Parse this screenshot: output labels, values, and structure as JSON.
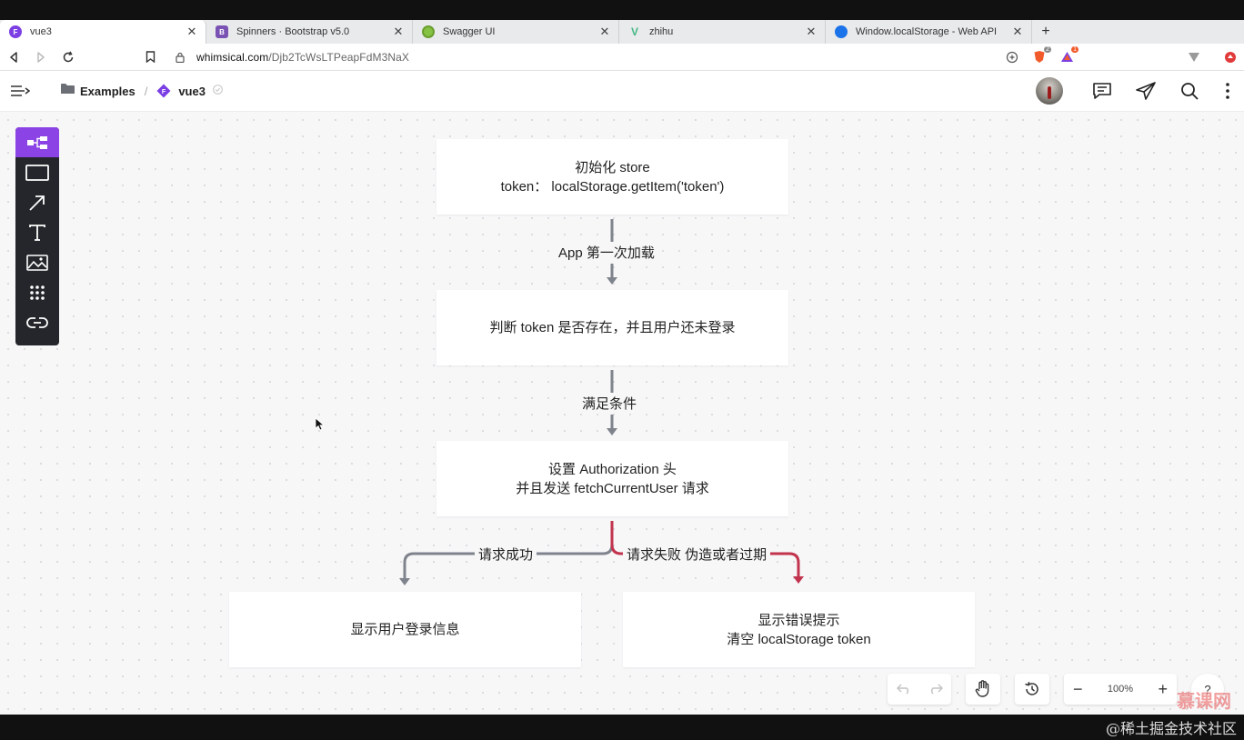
{
  "browser": {
    "tabs": [
      {
        "title": "vue3",
        "favicon_color": "#7b3fe4",
        "favicon_glyph": "F",
        "active": true
      },
      {
        "title": "Spinners · Bootstrap v5.0",
        "favicon_color": "#7952b3",
        "favicon_glyph": "B",
        "active": false
      },
      {
        "title": "Swagger UI",
        "favicon_color": "#85c142",
        "favicon_glyph": "",
        "active": false
      },
      {
        "title": "zhihu",
        "favicon_color": "#41b883",
        "favicon_glyph": "V",
        "active": false
      },
      {
        "title": "Window.localStorage - Web API",
        "favicon_color": "#1a73e8",
        "favicon_glyph": "",
        "active": false
      }
    ],
    "new_tab_label": "+",
    "url_domain": "whimsical.com",
    "url_path": "/Djb2TcWsLTPeapFdM3NaX",
    "brave_badge": "2",
    "rewards_badge": "1"
  },
  "app": {
    "breadcrumb_folder": "Examples",
    "breadcrumb_sep": "/",
    "breadcrumb_file": "vue3"
  },
  "flow": {
    "node1_line1": "初始化 store",
    "node1_line2": "token： localStorage.getItem('token')",
    "edge1_label": "App 第一次加载",
    "node2_line1": "判断 token 是否存在，并且用户还未登录",
    "edge2_label": "满足条件",
    "node3_line1": "设置 Authorization 头",
    "node3_line2": "并且发送 fetchCurrentUser 请求",
    "edge_success_label": "请求成功",
    "edge_fail_label": "请求失败 伪造或者过期",
    "node4_line1": "显示用户登录信息",
    "node5_line1": "显示错误提示",
    "node5_line2": "清空 localStorage token",
    "connector_color": "#7f838c",
    "fail_color": "#c2334d"
  },
  "controls": {
    "zoom_level": "100%",
    "zoom_out": "−",
    "zoom_in": "+",
    "help": "?"
  },
  "watermarks": {
    "imooc": "慕课网",
    "juejin": "@稀土掘金技术社区"
  }
}
